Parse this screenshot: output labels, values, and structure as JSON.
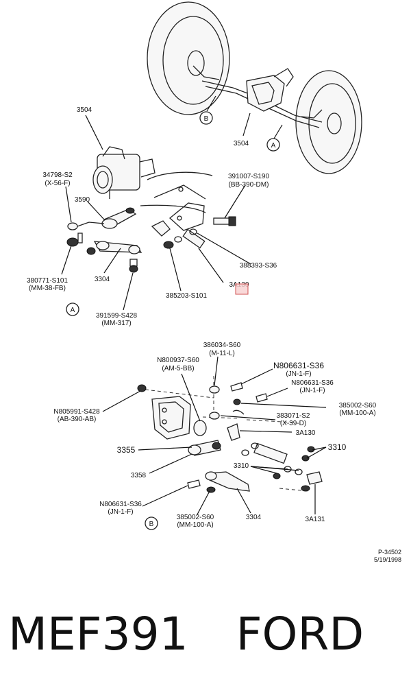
{
  "labels": {
    "l3504_top": "3504",
    "lB_top": "B",
    "l3504_mid": "3504",
    "lA_top": "A",
    "l34798": "34798-S2",
    "l34798_sub": "(X-56-F)",
    "l391007": "391007-S190",
    "l391007_sub": "(BB-390-DM)",
    "l3590": "3590",
    "l388393": "388393-S36",
    "l380771": "380771-S101",
    "l380771_sub": "(MM-38-FB)",
    "l3304_a": "3304",
    "l3A130_a": "3A130",
    "l385203": "385203-S101",
    "lA_circle": "A",
    "l391599": "391599-S428",
    "l391599_sub": "(MM-317)",
    "l386034": "386034-S60",
    "l386034_sub": "(M-11-L)",
    "lN800937": "N800937-S60",
    "lN800937_sub": "(AM-5-BB)",
    "lN806631_a": "N806631-S36",
    "lN806631_a_sub": "(JN-1-F)",
    "lN806631_b": "N806631-S36",
    "lN806631_b_sub": "(JN-1-F)",
    "lN805991": "N805991-S428",
    "lN805991_sub": "(AB-390-AB)",
    "l385002_a": "385002-S60",
    "l385002_a_sub": "(MM-100-A)",
    "l383071": "383071-S2",
    "l383071_sub": "(X-39-D)",
    "l3A130_b": "3A130",
    "l3310_a": "3310",
    "l3355": "3355",
    "l3310_b": "3310",
    "l3358": "3358",
    "lN806631_c": "N806631-S36",
    "lN806631_c_sub": "(JN-1-F)",
    "lB_circle": "B",
    "l385002_b": "385002-S60",
    "l385002_b_sub": "(MM-100-A)",
    "l3304_b": "3304",
    "l3A131": "3A131",
    "ref_code": "P-34502",
    "ref_date": "5/19/1998"
  },
  "footer": {
    "part_number": "MEF391",
    "brand": "FORD"
  },
  "colors": {
    "highlight_fill": "#f8d0d0",
    "highlight_stroke": "#d05050"
  }
}
